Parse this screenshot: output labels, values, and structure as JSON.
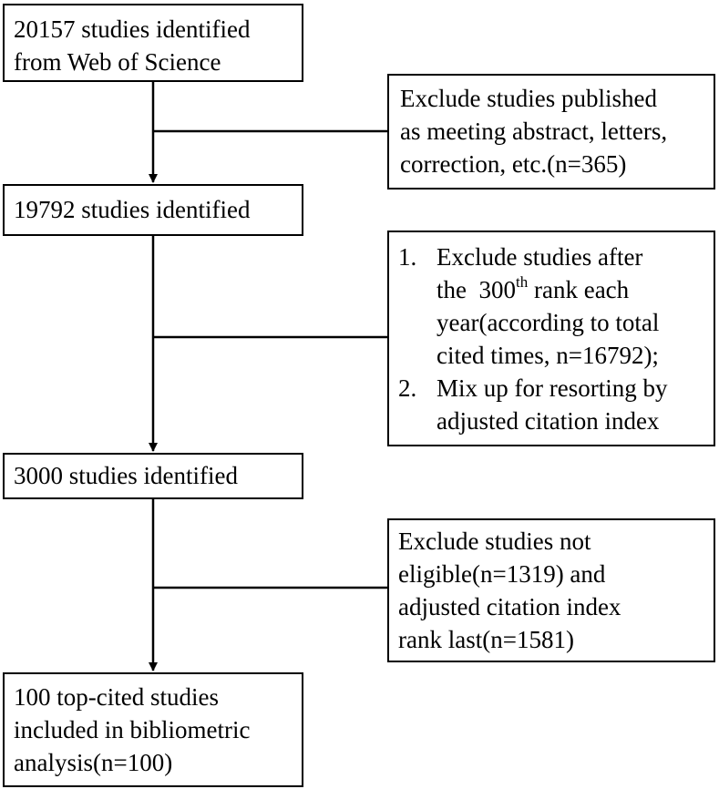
{
  "flow": {
    "step1": {
      "lines": [
        "20157 studies identified",
        "from Web of Science"
      ]
    },
    "exclude1": {
      "lines": [
        "Exclude studies published",
        "as meeting abstract, letters,",
        "correction, etc.(n=365)"
      ]
    },
    "step2": {
      "lines": [
        "19792 studies identified"
      ]
    },
    "exclude2": {
      "item1": {
        "marker": "1.",
        "line1": "Exclude studies after",
        "line2_pre": "the  300",
        "line2_sup": "th",
        "line2_post": " rank each",
        "line3": "year(according to total",
        "line4": "cited times, n=16792);"
      },
      "item2": {
        "marker": "2.",
        "line1": "Mix up for resorting by",
        "line2": "adjusted citation index"
      }
    },
    "step3": {
      "lines": [
        "3000 studies identified"
      ]
    },
    "exclude3": {
      "lines": [
        "Exclude studies not",
        "eligible(n=1319) and",
        "adjusted citation index",
        "rank last(n=1581)"
      ]
    },
    "step4": {
      "lines": [
        "100 top-cited studies",
        "included in bibliometric",
        "analysis(n=100)"
      ]
    }
  },
  "colors": {
    "stroke": "#000000",
    "background": "#ffffff"
  }
}
